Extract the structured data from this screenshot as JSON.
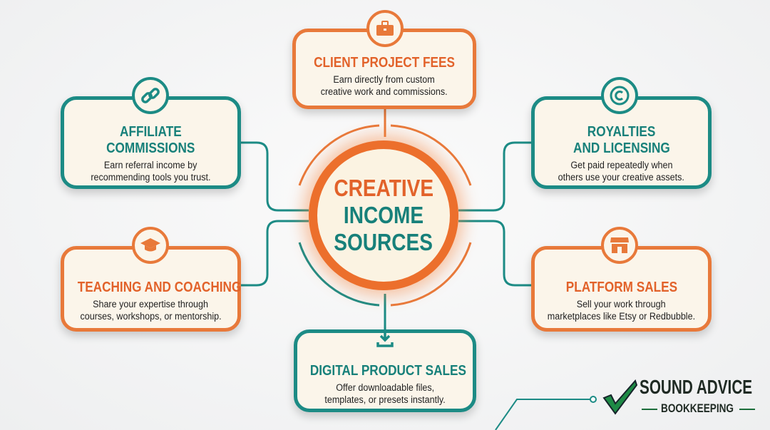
{
  "center": {
    "line1": "CREATIVE",
    "line2": "INCOME",
    "line3": "SOURCES"
  },
  "cards": [
    {
      "title": "CLIENT PROJECT FEES",
      "desc1": "Earn directly from custom",
      "desc2": "creative work and commissions.",
      "icon": "briefcase-icon",
      "color": "#e8793a"
    },
    {
      "title": "AFFILIATE",
      "title2": "COMMISSIONS",
      "desc1": "Earn referral income by",
      "desc2": "recommending tools you trust.",
      "icon": "link-icon",
      "color": "#1c8b85"
    },
    {
      "title": "ROYALTIES",
      "title2": "AND LICENSING",
      "desc1": "Get paid repeatedly when",
      "desc2": "others use your creative assets.",
      "icon": "copyright-icon",
      "color": "#1c8b85"
    },
    {
      "title": "TEACHING AND COACHING",
      "desc1": "Share your expertise through",
      "desc2": "courses, workshops, or mentorship.",
      "icon": "graduation-cap-icon",
      "color": "#e8793a"
    },
    {
      "title": "PLATFORM SALES",
      "desc1": "Sell your work through",
      "desc2": "marketplaces like Etsy or Redbubble.",
      "icon": "storefront-icon",
      "color": "#e8793a"
    },
    {
      "title": "DIGITAL PRODUCT SALES",
      "desc1": "Offer downloadable files,",
      "desc2": "templates, or presets instantly.",
      "icon": "download-icon",
      "color": "#1c8b85"
    }
  ],
  "logo": {
    "line1": "SOUND ADVICE",
    "line2": "BOOKKEEPING",
    "icon": "checkmark-icon"
  },
  "colors": {
    "orange": "#e8793a",
    "teal": "#1c8b85",
    "cream": "#fbf5ea"
  }
}
